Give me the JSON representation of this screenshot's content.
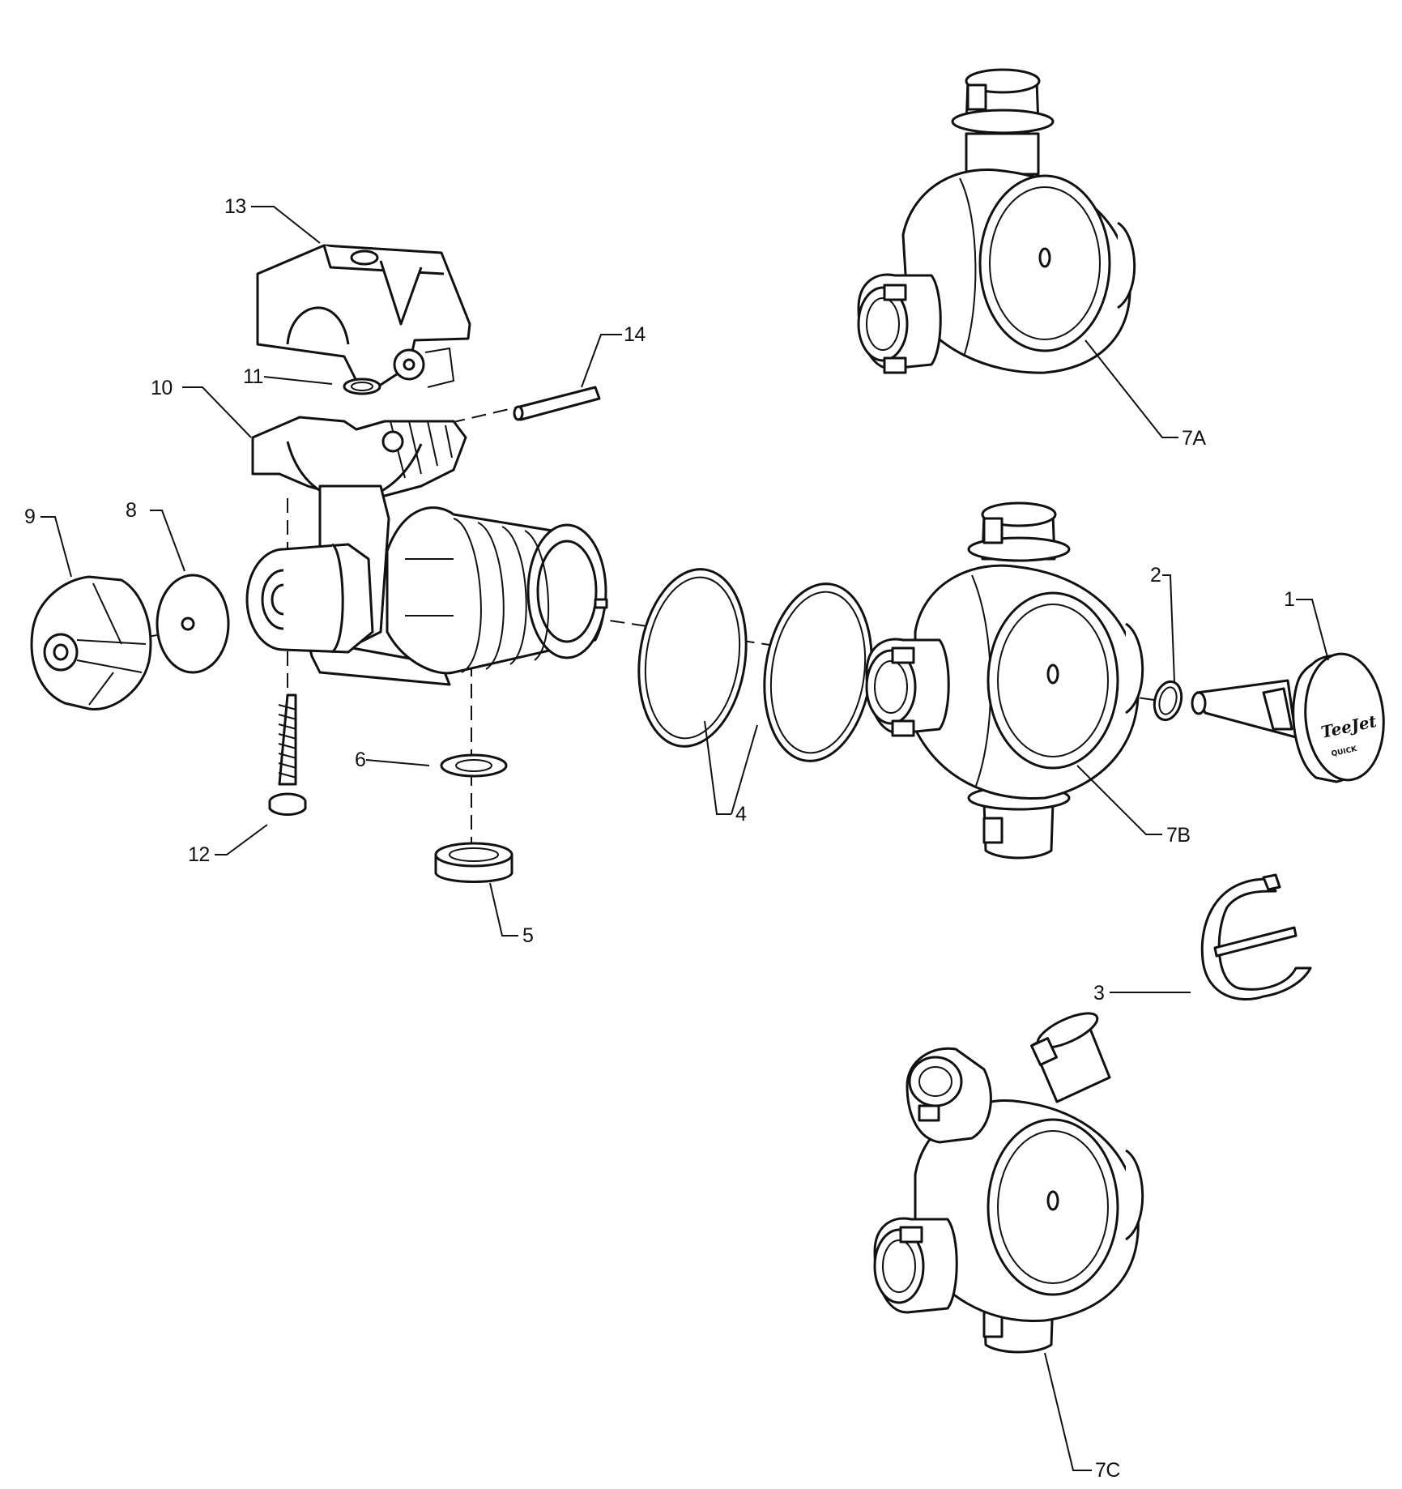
{
  "callouts": {
    "c1": "1",
    "c2": "2",
    "c3": "3",
    "c4": "4",
    "c5": "5",
    "c6": "6",
    "c7a": "7A",
    "c7b": "7B",
    "c7c": "7C",
    "c8": "8",
    "c9": "9",
    "c10": "10",
    "c11": "11",
    "c12": "12",
    "c13": "13",
    "c14": "14"
  },
  "cap_logo": {
    "brand": "TeeJet",
    "sub": "QUICK"
  }
}
